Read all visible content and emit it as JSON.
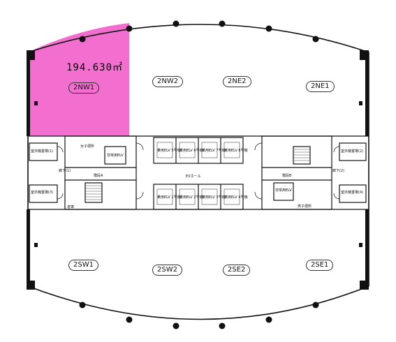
{
  "highlight_color": "#f36fcf",
  "area": {
    "value": "194.630㎡"
  },
  "zones": {
    "nw1": "2NW1",
    "nw2": "2NW2",
    "ne2": "2NE2",
    "ne1": "2NE1",
    "sw1": "2SW1",
    "sw2": "2SW2",
    "se2": "2SE2",
    "se1": "2SE1"
  },
  "core": {
    "ev_hall": "EVホール",
    "womens_wc": "女子便所",
    "mens_wc": "男子便所",
    "emergency_ev_1": "非常用ELV",
    "emergency_ev_2": "非常用ELV",
    "corridor_1": "廊下(1)",
    "corridor_2": "廊下(2)",
    "outdoor_unit_1": "室外機置場(1)",
    "outdoor_unit_2": "室外機置場(2)",
    "outdoor_unit_3": "室外機置場(3)",
    "outdoor_unit_4": "室外機置場(4)",
    "stair_a": "階段A",
    "stair_b": "階段B",
    "storage_1": "倉庫",
    "elv_upper": [
      "乗用ELV 5号機",
      "乗用ELV 6号機",
      "乗用ELV 7号機",
      "乗用ELV 8号機"
    ],
    "elv_lower": [
      "乗用ELV 1号機",
      "乗用ELV 2号機",
      "乗用ELV 3号機",
      "乗用ELV 4号機"
    ]
  }
}
